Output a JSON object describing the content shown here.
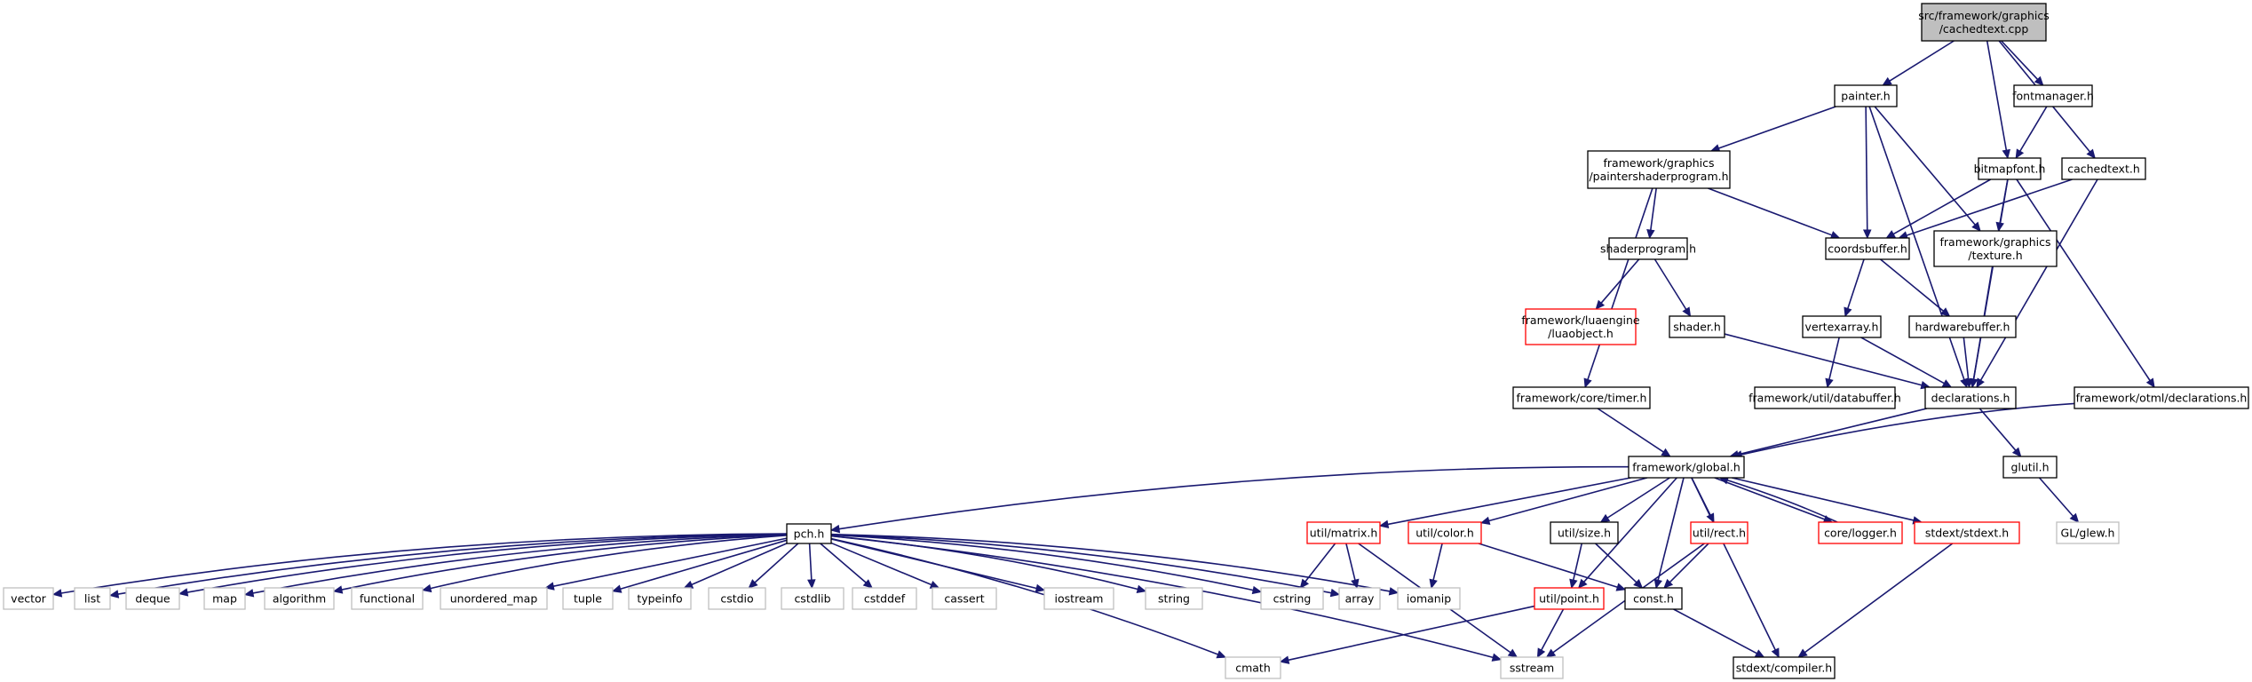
{
  "nodes": [
    {
      "id": "root",
      "lines": [
        "src/framework/graphics",
        "/cachedtext.cpp"
      ],
      "style": "root",
      "name": "node-cachedtext-cpp"
    },
    {
      "id": "painter",
      "lines": [
        "painter.h"
      ],
      "style": "black",
      "name": "node-painter-h"
    },
    {
      "id": "fontmanager",
      "lines": [
        "fontmanager.h"
      ],
      "style": "black",
      "name": "node-fontmanager-h"
    },
    {
      "id": "pshader",
      "lines": [
        "framework/graphics",
        "/paintershaderprogram.h"
      ],
      "style": "black",
      "name": "node-paintershaderprogram-h"
    },
    {
      "id": "bitmapfont",
      "lines": [
        "bitmapfont.h"
      ],
      "style": "black",
      "name": "node-bitmapfont-h"
    },
    {
      "id": "cachedtexth",
      "lines": [
        "cachedtext.h"
      ],
      "style": "black",
      "name": "node-cachedtext-h"
    },
    {
      "id": "shaderprogram",
      "lines": [
        "shaderprogram.h"
      ],
      "style": "black",
      "name": "node-shaderprogram-h"
    },
    {
      "id": "coordsbuffer",
      "lines": [
        "coordsbuffer.h"
      ],
      "style": "black",
      "name": "node-coordsbuffer-h"
    },
    {
      "id": "texture",
      "lines": [
        "framework/graphics",
        "/texture.h"
      ],
      "style": "black",
      "name": "node-texture-h"
    },
    {
      "id": "luaobject",
      "lines": [
        "framework/luaengine",
        "/luaobject.h"
      ],
      "style": "red",
      "name": "node-luaobject-h"
    },
    {
      "id": "shader",
      "lines": [
        "shader.h"
      ],
      "style": "black",
      "name": "node-shader-h"
    },
    {
      "id": "vertexarray",
      "lines": [
        "vertexarray.h"
      ],
      "style": "black",
      "name": "node-vertexarray-h"
    },
    {
      "id": "hardwarebuffer",
      "lines": [
        "hardwarebuffer.h"
      ],
      "style": "black",
      "name": "node-hardwarebuffer-h"
    },
    {
      "id": "timer",
      "lines": [
        "framework/core/timer.h"
      ],
      "style": "black",
      "name": "node-timer-h"
    },
    {
      "id": "databuffer",
      "lines": [
        "framework/util/databuffer.h"
      ],
      "style": "black",
      "name": "node-databuffer-h"
    },
    {
      "id": "declarations",
      "lines": [
        "declarations.h"
      ],
      "style": "black",
      "name": "node-declarations-h"
    },
    {
      "id": "otmldecl",
      "lines": [
        "framework/otml/declarations.h"
      ],
      "style": "black",
      "name": "node-otml-declarations-h"
    },
    {
      "id": "global",
      "lines": [
        "framework/global.h"
      ],
      "style": "black",
      "name": "node-global-h"
    },
    {
      "id": "glutil",
      "lines": [
        "glutil.h"
      ],
      "style": "black",
      "name": "node-glutil-h"
    },
    {
      "id": "pch",
      "lines": [
        "pch.h"
      ],
      "style": "black",
      "name": "node-pch-h"
    },
    {
      "id": "matrix",
      "lines": [
        "util/matrix.h"
      ],
      "style": "red",
      "name": "node-matrix-h"
    },
    {
      "id": "color",
      "lines": [
        "util/color.h"
      ],
      "style": "red",
      "name": "node-color-h"
    },
    {
      "id": "size",
      "lines": [
        "util/size.h"
      ],
      "style": "black",
      "name": "node-size-h"
    },
    {
      "id": "rect",
      "lines": [
        "util/rect.h"
      ],
      "style": "red",
      "name": "node-rect-h"
    },
    {
      "id": "logger",
      "lines": [
        "core/logger.h"
      ],
      "style": "red",
      "name": "node-logger-h"
    },
    {
      "id": "stdext",
      "lines": [
        "stdext/stdext.h"
      ],
      "style": "red",
      "name": "node-stdext-h"
    },
    {
      "id": "glew",
      "lines": [
        "GL/glew.h"
      ],
      "style": "gray",
      "name": "node-glew-h"
    },
    {
      "id": "vector",
      "lines": [
        "vector"
      ],
      "style": "gray",
      "name": "node-vector"
    },
    {
      "id": "list",
      "lines": [
        "list"
      ],
      "style": "gray",
      "name": "node-list"
    },
    {
      "id": "deque",
      "lines": [
        "deque"
      ],
      "style": "gray",
      "name": "node-deque"
    },
    {
      "id": "map",
      "lines": [
        "map"
      ],
      "style": "gray",
      "name": "node-map"
    },
    {
      "id": "algorithm",
      "lines": [
        "algorithm"
      ],
      "style": "gray",
      "name": "node-algorithm"
    },
    {
      "id": "functional",
      "lines": [
        "functional"
      ],
      "style": "gray",
      "name": "node-functional"
    },
    {
      "id": "unordered_map",
      "lines": [
        "unordered_map"
      ],
      "style": "gray",
      "name": "node-unordered-map"
    },
    {
      "id": "tuple",
      "lines": [
        "tuple"
      ],
      "style": "gray",
      "name": "node-tuple"
    },
    {
      "id": "typeinfo",
      "lines": [
        "typeinfo"
      ],
      "style": "gray",
      "name": "node-typeinfo"
    },
    {
      "id": "cstdio",
      "lines": [
        "cstdio"
      ],
      "style": "gray",
      "name": "node-cstdio"
    },
    {
      "id": "cstdlib",
      "lines": [
        "cstdlib"
      ],
      "style": "gray",
      "name": "node-cstdlib"
    },
    {
      "id": "cstddef",
      "lines": [
        "cstddef"
      ],
      "style": "gray",
      "name": "node-cstddef"
    },
    {
      "id": "cassert",
      "lines": [
        "cassert"
      ],
      "style": "gray",
      "name": "node-cassert"
    },
    {
      "id": "iostream",
      "lines": [
        "iostream"
      ],
      "style": "gray",
      "name": "node-iostream"
    },
    {
      "id": "string",
      "lines": [
        "string"
      ],
      "style": "gray",
      "name": "node-string"
    },
    {
      "id": "cstring",
      "lines": [
        "cstring"
      ],
      "style": "gray",
      "name": "node-cstring"
    },
    {
      "id": "array",
      "lines": [
        "array"
      ],
      "style": "gray",
      "name": "node-array"
    },
    {
      "id": "iomanip",
      "lines": [
        "iomanip"
      ],
      "style": "gray",
      "name": "node-iomanip"
    },
    {
      "id": "point",
      "lines": [
        "util/point.h"
      ],
      "style": "red",
      "name": "node-point-h"
    },
    {
      "id": "consth",
      "lines": [
        "const.h"
      ],
      "style": "black",
      "name": "node-const-h"
    },
    {
      "id": "cmath",
      "lines": [
        "cmath"
      ],
      "style": "gray",
      "name": "node-cmath"
    },
    {
      "id": "sstream",
      "lines": [
        "sstream"
      ],
      "style": "gray",
      "name": "node-sstream"
    },
    {
      "id": "compiler",
      "lines": [
        "stdext/compiler.h"
      ],
      "style": "black",
      "name": "node-compiler-h"
    }
  ],
  "edges": [
    [
      "root",
      "painter"
    ],
    [
      "root",
      "fontmanager"
    ],
    [
      "root",
      "bitmapfont"
    ],
    [
      "root",
      "cachedtexth"
    ],
    [
      "painter",
      "pshader"
    ],
    [
      "painter",
      "coordsbuffer"
    ],
    [
      "painter",
      "texture"
    ],
    [
      "painter",
      "declarations"
    ],
    [
      "fontmanager",
      "bitmapfont"
    ],
    [
      "pshader",
      "shaderprogram"
    ],
    [
      "pshader",
      "coordsbuffer"
    ],
    [
      "pshader",
      "timer"
    ],
    [
      "bitmapfont",
      "coordsbuffer"
    ],
    [
      "bitmapfont",
      "texture"
    ],
    [
      "bitmapfont",
      "declarations"
    ],
    [
      "bitmapfont",
      "otmldecl"
    ],
    [
      "cachedtexth",
      "coordsbuffer"
    ],
    [
      "cachedtexth",
      "declarations"
    ],
    [
      "shaderprogram",
      "luaobject"
    ],
    [
      "shaderprogram",
      "shader"
    ],
    [
      "shader",
      "declarations"
    ],
    [
      "coordsbuffer",
      "vertexarray"
    ],
    [
      "coordsbuffer",
      "hardwarebuffer"
    ],
    [
      "texture",
      "declarations"
    ],
    [
      "vertexarray",
      "databuffer"
    ],
    [
      "vertexarray",
      "declarations"
    ],
    [
      "hardwarebuffer",
      "declarations"
    ],
    [
      "timer",
      "global"
    ],
    [
      "declarations",
      "global"
    ],
    [
      "declarations",
      "glutil"
    ],
    [
      "otmldecl",
      "global"
    ],
    [
      "glutil",
      "glew"
    ],
    [
      "global",
      "pch"
    ],
    [
      "global",
      "matrix"
    ],
    [
      "global",
      "color"
    ],
    [
      "global",
      "size"
    ],
    [
      "global",
      "rect"
    ],
    [
      "global",
      "logger"
    ],
    [
      "global",
      "stdext"
    ],
    [
      "global",
      "point"
    ],
    [
      "global",
      "consth"
    ],
    [
      "global",
      "compiler"
    ],
    [
      "logger",
      "global"
    ],
    [
      "pch",
      "vector"
    ],
    [
      "pch",
      "list"
    ],
    [
      "pch",
      "deque"
    ],
    [
      "pch",
      "map"
    ],
    [
      "pch",
      "algorithm"
    ],
    [
      "pch",
      "functional"
    ],
    [
      "pch",
      "unordered_map"
    ],
    [
      "pch",
      "tuple"
    ],
    [
      "pch",
      "typeinfo"
    ],
    [
      "pch",
      "cstdio"
    ],
    [
      "pch",
      "cstdlib"
    ],
    [
      "pch",
      "cstddef"
    ],
    [
      "pch",
      "cassert"
    ],
    [
      "pch",
      "iostream"
    ],
    [
      "pch",
      "string"
    ],
    [
      "pch",
      "cstring"
    ],
    [
      "pch",
      "array"
    ],
    [
      "pch",
      "iomanip"
    ],
    [
      "pch",
      "cmath"
    ],
    [
      "pch",
      "sstream"
    ],
    [
      "matrix",
      "cstring"
    ],
    [
      "matrix",
      "array"
    ],
    [
      "matrix",
      "sstream"
    ],
    [
      "color",
      "iomanip"
    ],
    [
      "color",
      "consth"
    ],
    [
      "size",
      "point"
    ],
    [
      "size",
      "consth"
    ],
    [
      "rect",
      "consth"
    ],
    [
      "rect",
      "sstream"
    ],
    [
      "point",
      "cmath"
    ],
    [
      "point",
      "sstream"
    ],
    [
      "consth",
      "compiler"
    ],
    [
      "stdext",
      "compiler"
    ]
  ]
}
